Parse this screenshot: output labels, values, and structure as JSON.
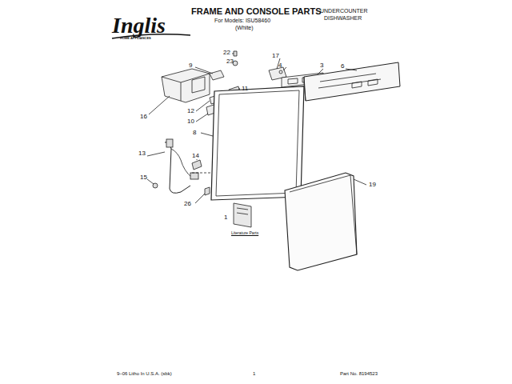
{
  "diagram": {
    "title": "FRAME AND CONSOLE PARTS",
    "labels": [
      "Inglis",
      "HOME APPLIANCES",
      "For Models: ISU58460",
      "(White)",
      "UNDERCOUNTER",
      "DISHWASHER",
      "22",
      "23",
      "9",
      "17",
      "4",
      "3",
      "6",
      "11",
      "16",
      "12",
      "10",
      "8",
      "13",
      "14",
      "15",
      "26",
      "1",
      "19",
      "Literature Parts",
      "9–06 Litho In U.S.A. (sbk)",
      "1",
      "Part No. 8194523"
    ]
  }
}
